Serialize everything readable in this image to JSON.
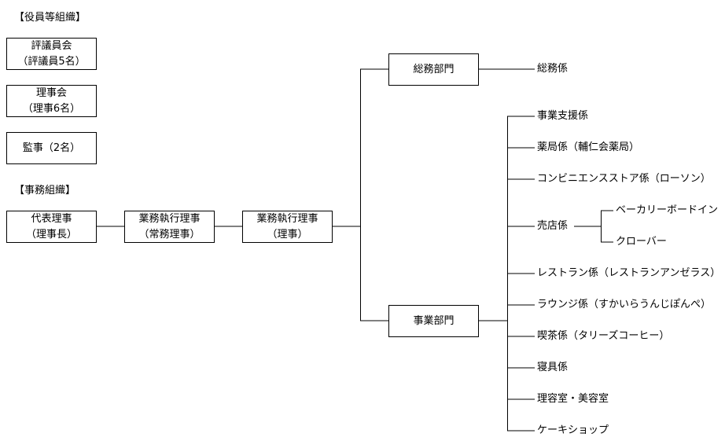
{
  "officers": {
    "heading": "【役員等組織】",
    "council": {
      "line1": "評議員会",
      "line2": "（評議員5名）"
    },
    "board": {
      "line1": "理事会",
      "line2": "（理事6名）"
    },
    "auditors": {
      "line1": "監事（2名）"
    }
  },
  "office": {
    "heading": "【事務組織】",
    "chain": [
      {
        "line1": "代表理事",
        "line2": "（理事長）"
      },
      {
        "line1": "業務執行理事",
        "line2": "（常務理事）"
      },
      {
        "line1": "業務執行理事",
        "line2": "（理事）"
      }
    ],
    "general_dept": {
      "name": "総務部門",
      "sections": [
        "総務係"
      ]
    },
    "business_dept": {
      "name": "事業部門",
      "sections": [
        "事業支援係",
        "薬局係（輔仁会薬局）",
        "コンビニエンスストア係（ローソン）",
        "売店係",
        "レストラン係（レストランアンゼラス）",
        "ラウンジ係（すかいらうんじぽんぺ）",
        "喫茶係（タリーズコーヒー）",
        "寝具係",
        "理容室・美容室",
        "ケーキショップ"
      ],
      "shop_subsections": [
        "ベーカリーボードイン",
        "クローバー"
      ]
    }
  }
}
